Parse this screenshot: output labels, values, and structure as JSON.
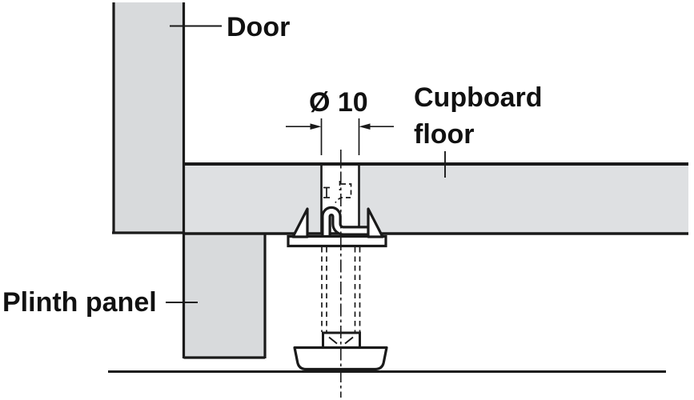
{
  "diagram": {
    "title_labels": {
      "door": "Door",
      "cupboard_floor": {
        "line1": "Cupboard",
        "line2": "floor"
      },
      "plinth_panel": "Plinth panel",
      "dimension_value": "Ø 10"
    },
    "colors": {
      "panel_fill": "#d8dadc",
      "floor_fill": "#dee0e2",
      "line": "#1a1a1a",
      "background": "#ffffff"
    }
  }
}
